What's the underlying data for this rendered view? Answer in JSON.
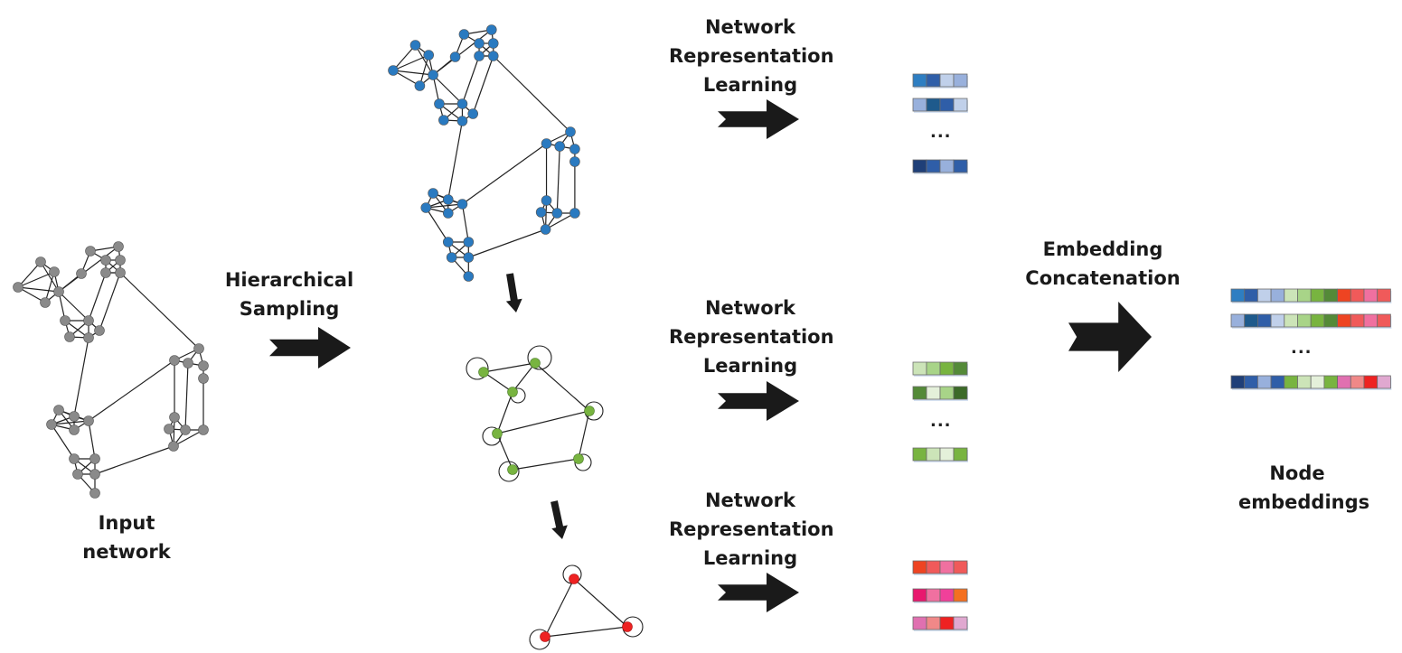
{
  "labels": {
    "input_network": [
      "Input",
      "network"
    ],
    "hierarchical_sampling": [
      "Hierarchical",
      "Sampling"
    ],
    "nrl_1": [
      "Network",
      "Representation",
      "Learning"
    ],
    "nrl_2": [
      "Network",
      "Representation",
      "Learning"
    ],
    "nrl_3": [
      "Network",
      "Representation",
      "Learning"
    ],
    "embedding_concatenation": [
      "Embedding",
      "Concatenation"
    ],
    "node_embeddings": [
      "Node",
      "embeddings"
    ],
    "ellipsis": "..."
  },
  "colors": {
    "input_node": "#8a8a8a",
    "level1_node": "#2a7ac0",
    "level2_node": "#78b440",
    "level3_node": "#ee2222",
    "arrow": "#1a1a1a",
    "edge": "#222222"
  },
  "embeddings": {
    "level1": [
      [
        "#2e7ec2",
        "#2f5ea8",
        "#c0d0ea",
        "#98b0dc"
      ],
      [
        "#98b0dc",
        "#1e5a8c",
        "#2f5ea8",
        "#c0d0ea"
      ],
      [
        "#1f3f78",
        "#2f5ea8",
        "#98b0dc",
        "#2f5ea8"
      ]
    ],
    "level2": [
      [
        "#cce4b8",
        "#a8d488",
        "#78b440",
        "#548a38"
      ],
      [
        "#548a38",
        "#e4f0da",
        "#a8d488",
        "#3c6a28"
      ],
      [
        "#78b440",
        "#cce4b8",
        "#e4f0da",
        "#78b440"
      ]
    ],
    "level3": [
      [
        "#ee4422",
        "#f05a5a",
        "#f070a0",
        "#f05a5a"
      ],
      [
        "#e8186e",
        "#f070a0",
        "#f0409a",
        "#f47020"
      ],
      [
        "#e070b0",
        "#f08888",
        "#ee2222",
        "#e0a8d0"
      ]
    ],
    "concatenated": [
      [
        "#2e7ec2",
        "#2f5ea8",
        "#c0d0ea",
        "#98b0dc",
        "#cce4b8",
        "#a8d488",
        "#78b440",
        "#548a38",
        "#ee4422",
        "#f05a5a",
        "#f070a0",
        "#f05a5a"
      ],
      [
        "#98b0dc",
        "#1e5a8c",
        "#2f5ea8",
        "#c0d0ea",
        "#cce4b8",
        "#a8d488",
        "#78b440",
        "#548a38",
        "#ee4422",
        "#f05a5a",
        "#f070a0",
        "#f05a5a"
      ],
      [
        "#1f3f78",
        "#2f5ea8",
        "#98b0dc",
        "#2f5ea8",
        "#78b440",
        "#cce4b8",
        "#e4f0da",
        "#78b440",
        "#e070b0",
        "#f08888",
        "#ee2222",
        "#e0a8d0"
      ]
    ]
  }
}
